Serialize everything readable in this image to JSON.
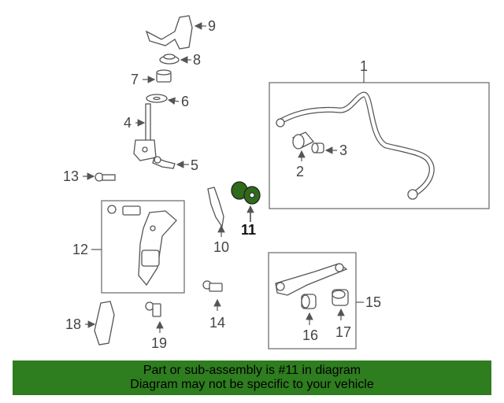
{
  "callouts": {
    "c1": "1",
    "c2": "2",
    "c3": "3",
    "c4": "4",
    "c5": "5",
    "c6": "6",
    "c7": "7",
    "c8": "8",
    "c9": "9",
    "c10": "10",
    "c11": "11",
    "c12": "12",
    "c13": "13",
    "c14": "14",
    "c15": "15",
    "c16": "16",
    "c17": "17",
    "c18": "18",
    "c19": "19"
  },
  "highlight": {
    "part_number": "11",
    "color": "#2e6b1a"
  },
  "banner": {
    "line1": "Part or sub-assembly is #11 in diagram",
    "line2": "Diagram may not be specific to your vehicle",
    "background": "#2e7d1f"
  }
}
